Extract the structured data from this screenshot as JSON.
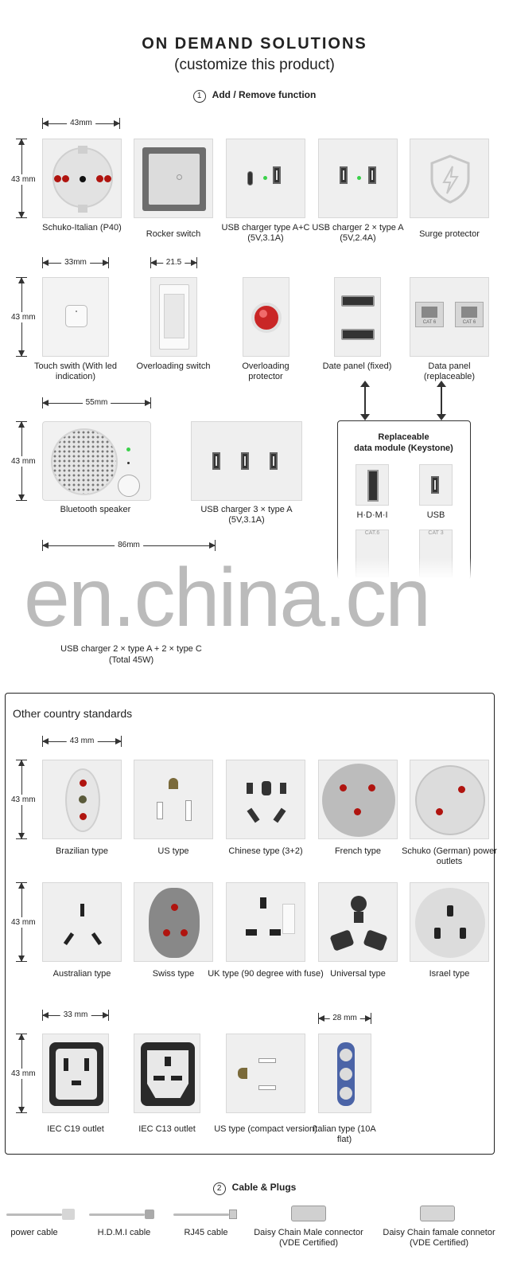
{
  "header": {
    "title": "ON DEMAND SOLUTIONS",
    "subtitle": "(customize this product)"
  },
  "section1": {
    "num": "1",
    "title": "Add / Remove function"
  },
  "dims": {
    "d43mm": "43mm",
    "d43_mm": "43 mm",
    "d33mm": "33mm",
    "d21_5": "21.5",
    "d55mm": "55mm",
    "d86mm": "86mm",
    "d43_mm_b": "43 mm",
    "d33_mm": "33 mm",
    "d28_mm": "28 mm"
  },
  "row1": [
    {
      "label": "Schuko-Italian (P40)"
    },
    {
      "label": "Rocker switch"
    },
    {
      "label": "USB charger type A+C (5V,3.1A)"
    },
    {
      "label": "USB charger 2 × type A (5V,2.4A)"
    },
    {
      "label": "Surge protector"
    }
  ],
  "row2": [
    {
      "label": "Touch swith (With led indication)"
    },
    {
      "label": "Overloading switch"
    },
    {
      "label": "Overloading protector"
    },
    {
      "label": "Date panel (fixed)"
    },
    {
      "label": "Data panel (replaceable)"
    }
  ],
  "row3": [
    {
      "label": "Bluetooth speaker"
    },
    {
      "label": "USB charger 3 × type A (5V,3.1A)"
    }
  ],
  "keystone": {
    "title_1": "Replaceable",
    "title_2": "data module (Keystone)",
    "hdmi": "H·D·M·I",
    "usb": "USB",
    "cat6": "CAT.6",
    "cat3": "CAT 3"
  },
  "usb_2a2c": {
    "label_1": "USB charger 2 × type A + 2 × type C",
    "label_2": "(Total 45W)"
  },
  "watermark": "en.china.cn",
  "rj_label": "CAT 6",
  "other": {
    "title": "Other country standards",
    "row1": [
      {
        "label": "Brazilian type"
      },
      {
        "label": "US type"
      },
      {
        "label": "Chinese type (3+2)"
      },
      {
        "label": "French type"
      },
      {
        "label": "Schuko (German) power outlets"
      }
    ],
    "row2": [
      {
        "label": "Australian type"
      },
      {
        "label": "Swiss type"
      },
      {
        "label": "UK type (90 degree with fuse)"
      },
      {
        "label": "Universal type"
      },
      {
        "label": "Israel type"
      }
    ],
    "row3": [
      {
        "label": "IEC C19 outlet"
      },
      {
        "label": "IEC C13 outlet"
      },
      {
        "label": "US type (compact version)"
      },
      {
        "label": "Italian type (10A flat)"
      }
    ]
  },
  "section2": {
    "num": "2",
    "title": "Cable & Plugs"
  },
  "cables": [
    {
      "label": "power cable"
    },
    {
      "label": "H.D.M.I cable"
    },
    {
      "label": "RJ45 cable"
    },
    {
      "label_1": "Daisy Chain Male connector",
      "label_2": "(VDE Certified)"
    },
    {
      "label_1": "Daisy Chain famale connetor",
      "label_2": "(VDE Certified)"
    }
  ],
  "colors": {
    "socket_red": "#b0140f",
    "led_green": "#3ad14a",
    "tile_bg": "#efefef"
  }
}
